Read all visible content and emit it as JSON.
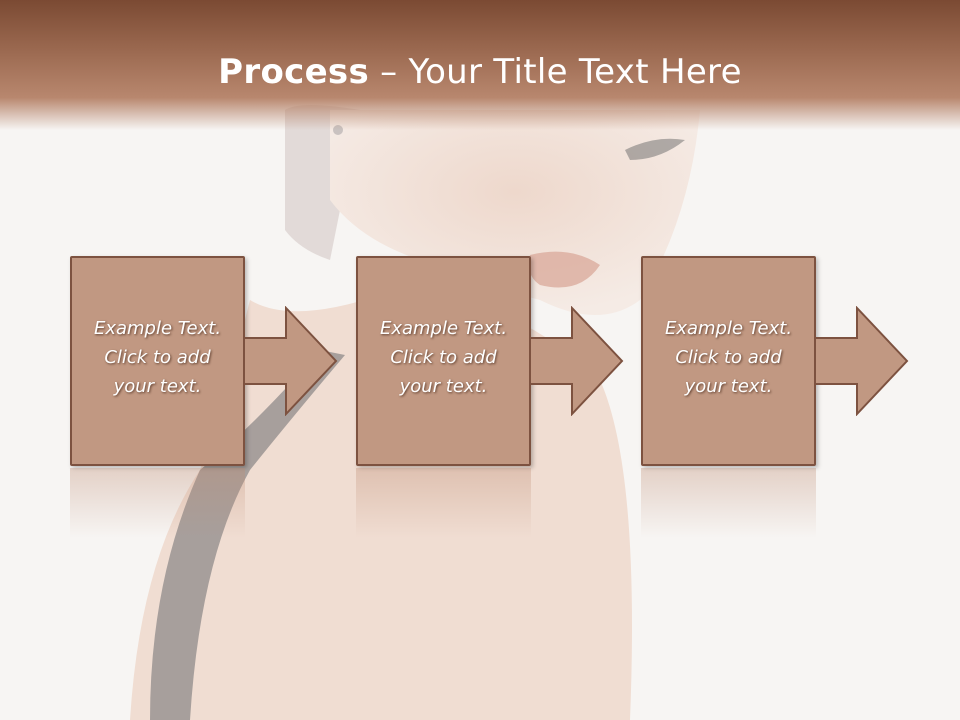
{
  "title": {
    "bold": "Process",
    "rest": " – Your Title Text Here"
  },
  "steps": [
    {
      "text": "Example Text.\nClick  to add\nyour text."
    },
    {
      "text": "Example Text.\nClick  to add\nyour text."
    },
    {
      "text": "Example Text.\nClick  to add\nyour text."
    }
  ],
  "colors": {
    "title_band": "#8e5d45",
    "box_fill": "#c19882",
    "box_border": "#7d5240",
    "background": "#f7f5f3"
  }
}
